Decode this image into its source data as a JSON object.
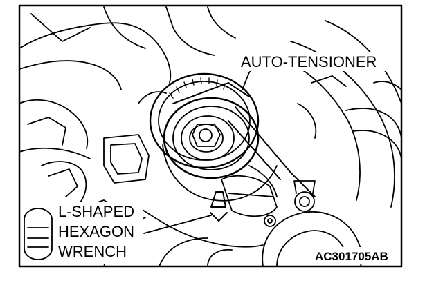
{
  "labels": {
    "auto_tensioner": "AUTO-TENSIONER",
    "wrench_line1": "L-SHAPED",
    "wrench_line2": "HEXAGON",
    "wrench_line3": "WRENCH",
    "figure_code": "AC301705AB"
  },
  "colors": {
    "ink": "#000000",
    "paper": "#ffffff"
  }
}
